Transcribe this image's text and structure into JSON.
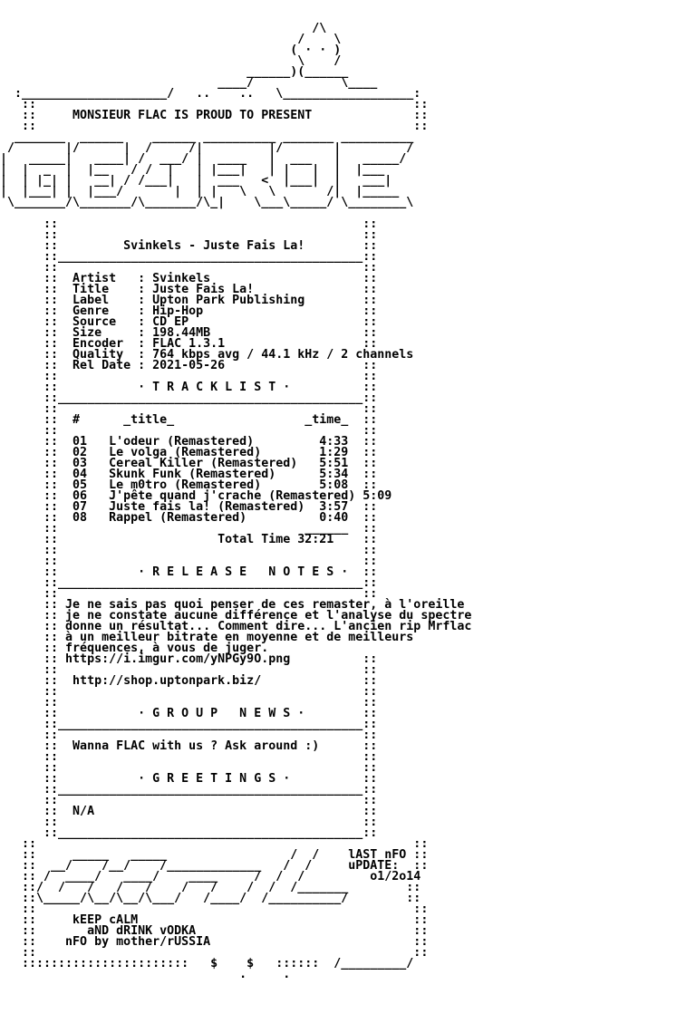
{
  "lines": [
    "                                           /\\",
    "                                         /    \\",
    "                                        ( · · )",
    "                                         \\    /",
    "                                  ______)(______",
    "                              ____/            \\____",
    "  :____________________/   ..    ..   \\__________________:",
    "   ::                                                    ::",
    "   ::     MONSIEUR FLAC IS PROUD TO PRESENT              ::",
    "   ::                                                    ::",
    "  _______  ______    ______ __________ _______ __________",
    " /       |/      |  /     /|         |/       |         /",
    "|   _____|   ____| /  ___/ |  ____   |  ___   |   _____/",
    "|  |  _  |  |__   / /  |   | |___|   | |   |  |  |___",
    "|  | |_| |   __| / /___|   |  ___   <  |___|  |   ___|",
    "|  |___| |  |___/       |  | |   \\   \\       /|  |_____",
    " \\_______/\\_______/\\_______/\\_|    \\___\\_____/ \\________\\",
    "",
    "      ::                                          ::",
    "      ::                                          ::",
    "      ::         Svinkels - Juste Fais La!        ::",
    "      ::__________________________________________::",
    "      ::                                          ::",
    "      ::  Artist   : Svinkels                     ::",
    "      ::  Title    : Juste Fais La!               ::",
    "      ::  Label    : Upton Park Publishing        ::",
    "      ::  Genre    : Hip-Hop                      ::",
    "      ::  Source   : CD EP                        ::",
    "      ::  Size     : 198.44MB                     ::",
    "      ::  Encoder  : FLAC 1.3.1                   ::",
    "      ::  Quality  : 764 kbps avg / 44.1 kHz / 2 channels",
    "      ::  Rel Date : 2021-05-26                   ::",
    "      ::                                          ::",
    "      ::           · T R A C K L I S T ·          ::",
    "      ::__________________________________________::",
    "      ::                                          ::",
    "      ::  #      _title_                  _time_  ::",
    "      ::                                          ::",
    "      ::  01   L'odeur (Remastered)         4:33  ::",
    "      ::  02   Le volga (Remastered)        1:29  ::",
    "      ::  03   Cereal Killer (Remastered)   5:51  ::",
    "      ::  04   Skunk Funk (Remastered)      5:34  ::",
    "      ::  05   Le m0tro (Remastered)        5:08  ::",
    "      ::  06   J'pête quand j'crache (Remastered) 5:09",
    "      ::  07   Juste fais la! (Remastered)  3:57  ::",
    "      ::  08   Rappel (Remastered)          0:40  ::",
    "      ::                                  ______  ::",
    "      ::                      Total Time 32:21    ::",
    "      ::                                          ::",
    "      ::                                          ::",
    "      ::           · R E L E A S E   N O T E S ·  ::",
    "      ::__________________________________________::",
    "      ::                                          ::",
    "      :: Je ne sais pas quoi penser de ces remaster, à l'oreille",
    "      :: je ne constate aucune différence et l'analyse du spectre",
    "      :: donne un résultat... Comment dire... L'ancien rip Mrflac",
    "      :: à un meilleur bitrate en moyenne et de meilleurs",
    "      :: fréquences, à vous de juger.",
    "      :: https://i.imgur.com/yNPGy9O.png          ::",
    "      ::                                          ::",
    "      ::  http://shop.uptonpark.biz/              ::",
    "      ::                                          ::",
    "      ::                                          ::",
    "      ::           · G R O U P   N E W S ·        ::",
    "      ::__________________________________________::",
    "      ::                                          ::",
    "      ::  Wanna FLAC with us ? Ask around :)      ::",
    "      ::                                          ::",
    "      ::                                          ::",
    "      ::           · G R E E T I N G S ·          ::",
    "      ::__________________________________________::",
    "      ::                                          ::",
    "      ::  N/A                                     ::",
    "      ::                                          ::",
    "      ::__________________________________________::",
    "   ::                                                    ::",
    "   ::     _____   _____                 /  /    lAST nFO ::",
    "   ::  __/    /__/    /_____________   /  /     uPDATE:  ::",
    "   :: /  ____/   ____/    ____     /  /  /         o1/2o14",
    "   ::/  /   /   /   /    /   /    /  /  /_______        ::",
    "   ::\\_____/\\__/\\__/\\___/   /____/  /__________/        ::",
    "   ::                                                    ::",
    "   ::     kEEP cALM                                      ::",
    "   ::       aND dRINK vODKA                              ::",
    "   ::    nFO by mother/rUSSIA                            ::",
    "   ::                                                    ::",
    "   :::::::::::::::::::::::   $    $   ::::::  /_________/",
    "                                 .     ."
  ]
}
